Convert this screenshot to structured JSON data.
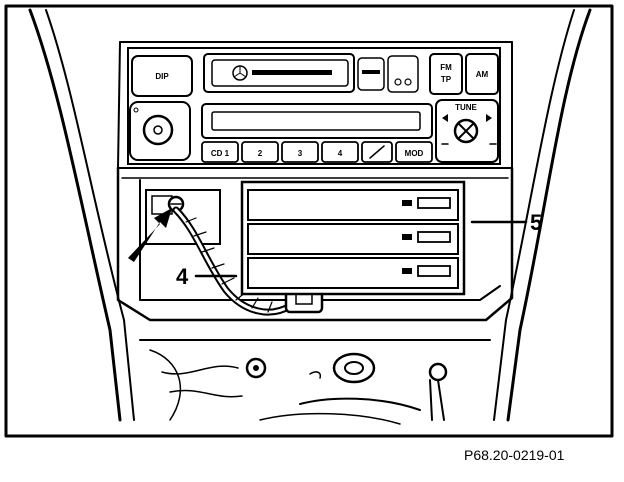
{
  "callouts": {
    "part4": "4",
    "part5": "5"
  },
  "radio": {
    "buttons_row1": [
      "DIP",
      "FM\nTP",
      "AM"
    ],
    "presets": [
      "1",
      "2",
      "3",
      "4"
    ],
    "side_right": [
      "TUNE"
    ]
  },
  "figure_id": "P68.20-0219-01"
}
